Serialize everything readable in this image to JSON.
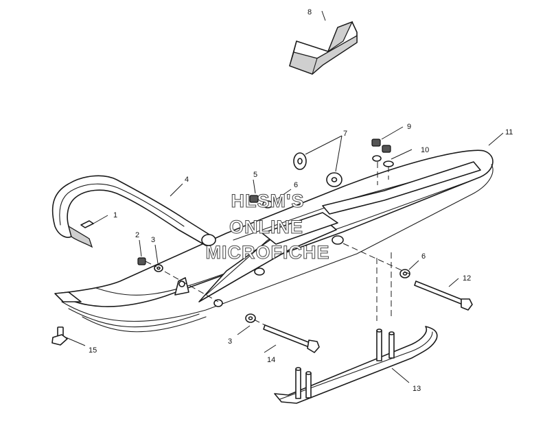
{
  "callouts": [
    {
      "id": "c1",
      "text": "1"
    },
    {
      "id": "c2",
      "text": "2"
    },
    {
      "id": "c3a",
      "text": "3"
    },
    {
      "id": "c3b",
      "text": "3"
    },
    {
      "id": "c4",
      "text": "4"
    },
    {
      "id": "c5",
      "text": "5"
    },
    {
      "id": "c6a",
      "text": "6"
    },
    {
      "id": "c6b",
      "text": "6"
    },
    {
      "id": "c7",
      "text": "7"
    },
    {
      "id": "c8",
      "text": "8"
    },
    {
      "id": "c9",
      "text": "9"
    },
    {
      "id": "c10",
      "text": "10"
    },
    {
      "id": "c11",
      "text": "11"
    },
    {
      "id": "c12",
      "text": "12"
    },
    {
      "id": "c13",
      "text": "13"
    },
    {
      "id": "c14",
      "text": "14"
    },
    {
      "id": "c15",
      "text": "15"
    }
  ],
  "watermark": {
    "line1": "HLSM'S",
    "line2": "ONLINE",
    "line3": "MICROFICHE"
  }
}
